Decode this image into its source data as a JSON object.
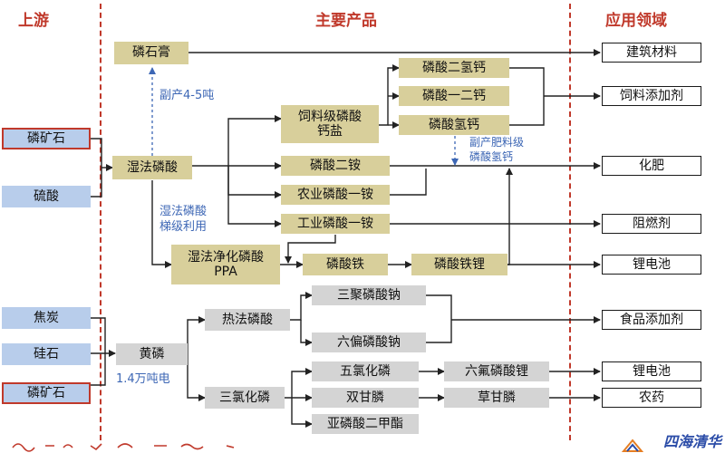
{
  "headers": {
    "upstream": "上游",
    "main_products": "主要产品",
    "application": "应用领域"
  },
  "nodes": {
    "phosphate_rock_1": "磷矿石",
    "sulfuric_acid": "硫酸",
    "coke": "焦炭",
    "silica": "硅石",
    "phosphate_rock_2": "磷矿石",
    "phosphogypsum": "磷石膏",
    "wet_phosphoric_acid": "湿法磷酸",
    "purified_ppa_line1": "湿法净化磷酸",
    "purified_ppa_line2": "PPA",
    "yellow_phosphorus": "黄磷",
    "feed_grade_line1": "饲料级磷酸",
    "feed_grade_line2": "钙盐",
    "mcp": "磷酸二氢钙",
    "mdcp": "磷酸一二钙",
    "dcp": "磷酸氢钙",
    "dap": "磷酸二铵",
    "agri_map": "农业磷酸一铵",
    "industrial_map": "工业磷酸一铵",
    "iron_phosphate": "磷酸铁",
    "lfp": "磷酸铁锂",
    "thermal_acid": "热法磷酸",
    "stpp": "三聚磷酸钠",
    "shmp": "六偏磷酸钠",
    "pcl3": "三氯化磷",
    "pcl5": "五氯化磷",
    "lipf6": "六氟磷酸锂",
    "glyphosine": "双甘膦",
    "glyphosate": "草甘膦",
    "dmp": "亚磷酸二甲酯"
  },
  "outputs": {
    "building": "建筑材料",
    "feed_additive": "饲料添加剂",
    "fertilizer": "化肥",
    "flame_retardant": "阻燃剂",
    "battery_1": "锂电池",
    "food_additive": "食品添加剂",
    "battery_2": "锂电池",
    "pesticide": "农药"
  },
  "notes": {
    "byproduct_45_line1": "副产4-5吨",
    "cascade_line1": "湿法磷酸",
    "cascade_line2": "梯级利用",
    "fertilizer_byproduct_line1": "副产肥料级",
    "fertilizer_byproduct_line2": "磷酸氢钙",
    "electricity": "1.4万吨电"
  },
  "watermark": "四海清华",
  "colors": {
    "upstream_red": "#c0392b",
    "tan": "#d8cf9b",
    "blue": "#b8cdeb",
    "gray": "#d4d4d4",
    "note_blue": "#3d67b5"
  }
}
